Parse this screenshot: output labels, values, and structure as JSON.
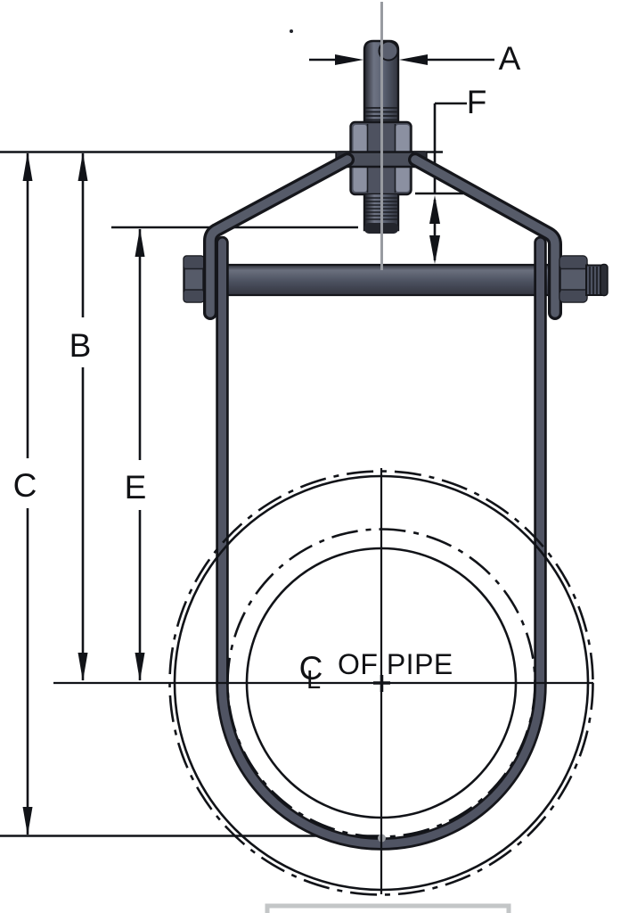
{
  "drawing": {
    "labels": {
      "a": "A",
      "b": "B",
      "c": "C",
      "e": "E",
      "f": "F"
    },
    "centerline_note": {
      "symbol_c": "C",
      "symbol_l": "L",
      "text": "OF PIPE"
    },
    "colors": {
      "background": "#ffffff",
      "line": "#111318",
      "steel_body": "#4e5260",
      "steel_face": "#565b69",
      "steel_light": "#8b90a1",
      "yoke_bar": "#4a4e5a",
      "centerline_gray": "#989ba1",
      "bottom_box_gray": "#c3c6c7"
    }
  }
}
